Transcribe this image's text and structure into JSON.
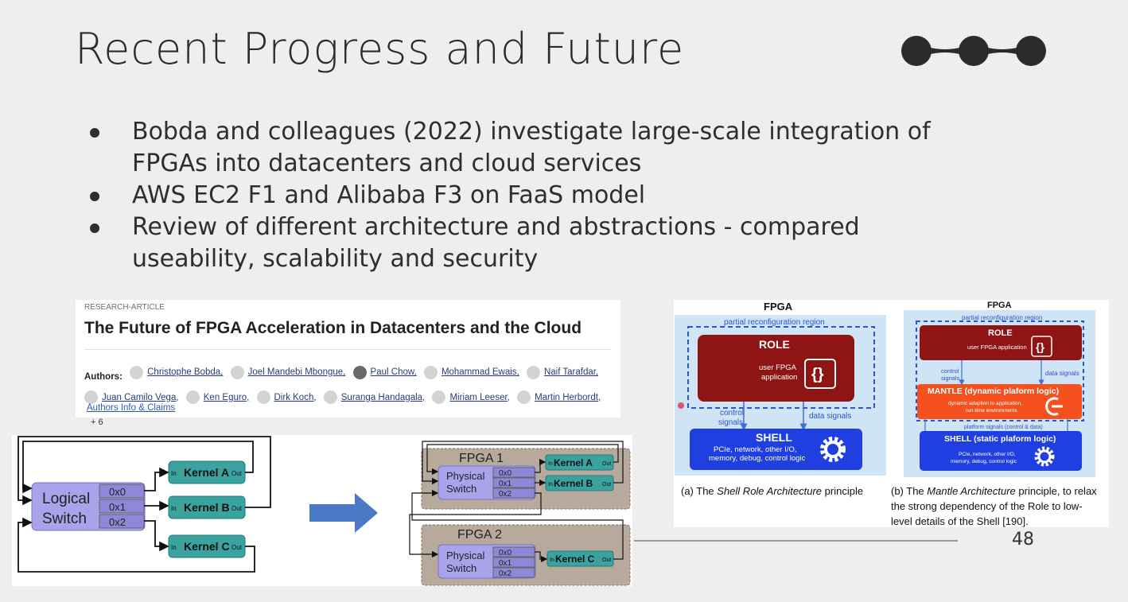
{
  "slide": {
    "title": "Recent Progress and Future",
    "bullets": [
      "Bobda and colleagues (2022) investigate large-scale integration of FPGAs into datacenters and cloud services",
      "AWS EC2 F1 and Alibaba F3 on FaaS model",
      "Review of different architecture and abstractions - compared useability, scalability and security"
    ],
    "page_number": "48"
  },
  "article": {
    "tag": "RESEARCH-ARTICLE",
    "title": "The Future of FPGA Acceleration in Datacenters and the Cloud",
    "authors_label": "Authors:",
    "authors": [
      "Christophe Bobda,",
      "Joel Mandebi Mbongue,",
      "Paul Chow,",
      "Mohammad Ewais,",
      "Naif Tarafdar,",
      "Juan Camilo Vega,",
      "Ken Eguro,",
      "Dirk Koch,",
      "Suranga Handagala,",
      "Miriam Leeser,",
      "Martin Herbordt,"
    ],
    "more": "+ 6",
    "info_link": "Authors Info & Claims"
  },
  "switch_diagram": {
    "logical_switch": [
      "Logical",
      "Switch"
    ],
    "ports": [
      "0x0",
      "0x1",
      "0x2"
    ],
    "kernels": [
      "Kernel A",
      "Kernel B",
      "Kernel C"
    ],
    "port_in": "In",
    "port_out": "Out",
    "fpga1": "FPGA 1",
    "fpga2": "FPGA 2",
    "physical_switch": [
      "Physical",
      "Switch"
    ]
  },
  "fpga_arch": {
    "left": {
      "title": "FPGA",
      "region": "partial reconfiguration region",
      "role": "ROLE",
      "role_sub": [
        "user FPGA",
        "application"
      ],
      "control": [
        "control",
        "signals"
      ],
      "data": "data signals",
      "shell": "SHELL",
      "shell_sub": [
        "PCIe, network, other I/O,",
        "memory, debug, control logic"
      ],
      "caption_prefix": "(a) The ",
      "caption_italic": "Shell Role Architecture",
      "caption_suffix": " principle"
    },
    "right": {
      "title": "FPGA",
      "region": "partial reconfiguration region",
      "role": "ROLE",
      "role_sub": "user FPGA application",
      "control": [
        "control",
        "signals"
      ],
      "data": "data signals",
      "mantle": "MANTLE (dynamic plaform logic)",
      "mantle_sub": [
        "dynamic adaption to application,",
        "run-time environments"
      ],
      "platform": "platform signals (control & data)",
      "shell": "SHELL (static plaform logic)",
      "shell_sub": [
        "PCIe, network, other I/O,",
        "memory, debug, control logic"
      ],
      "caption_prefix": "(b) The ",
      "caption_italic": "Mantle Architecture",
      "caption_line1": " principle, to relax",
      "caption_line2": "the strong dependency of the Role to low-",
      "caption_line3": "level details of the Shell [190]."
    }
  },
  "colors": {
    "role": "#8f1414",
    "mantle": "#f5501e",
    "shell": "#1f3fe0",
    "kernel": "#3aa3a0",
    "switch": "#a8a2ea",
    "fpga_box": "#b7a99b",
    "arrow": "#4a7ac6"
  }
}
